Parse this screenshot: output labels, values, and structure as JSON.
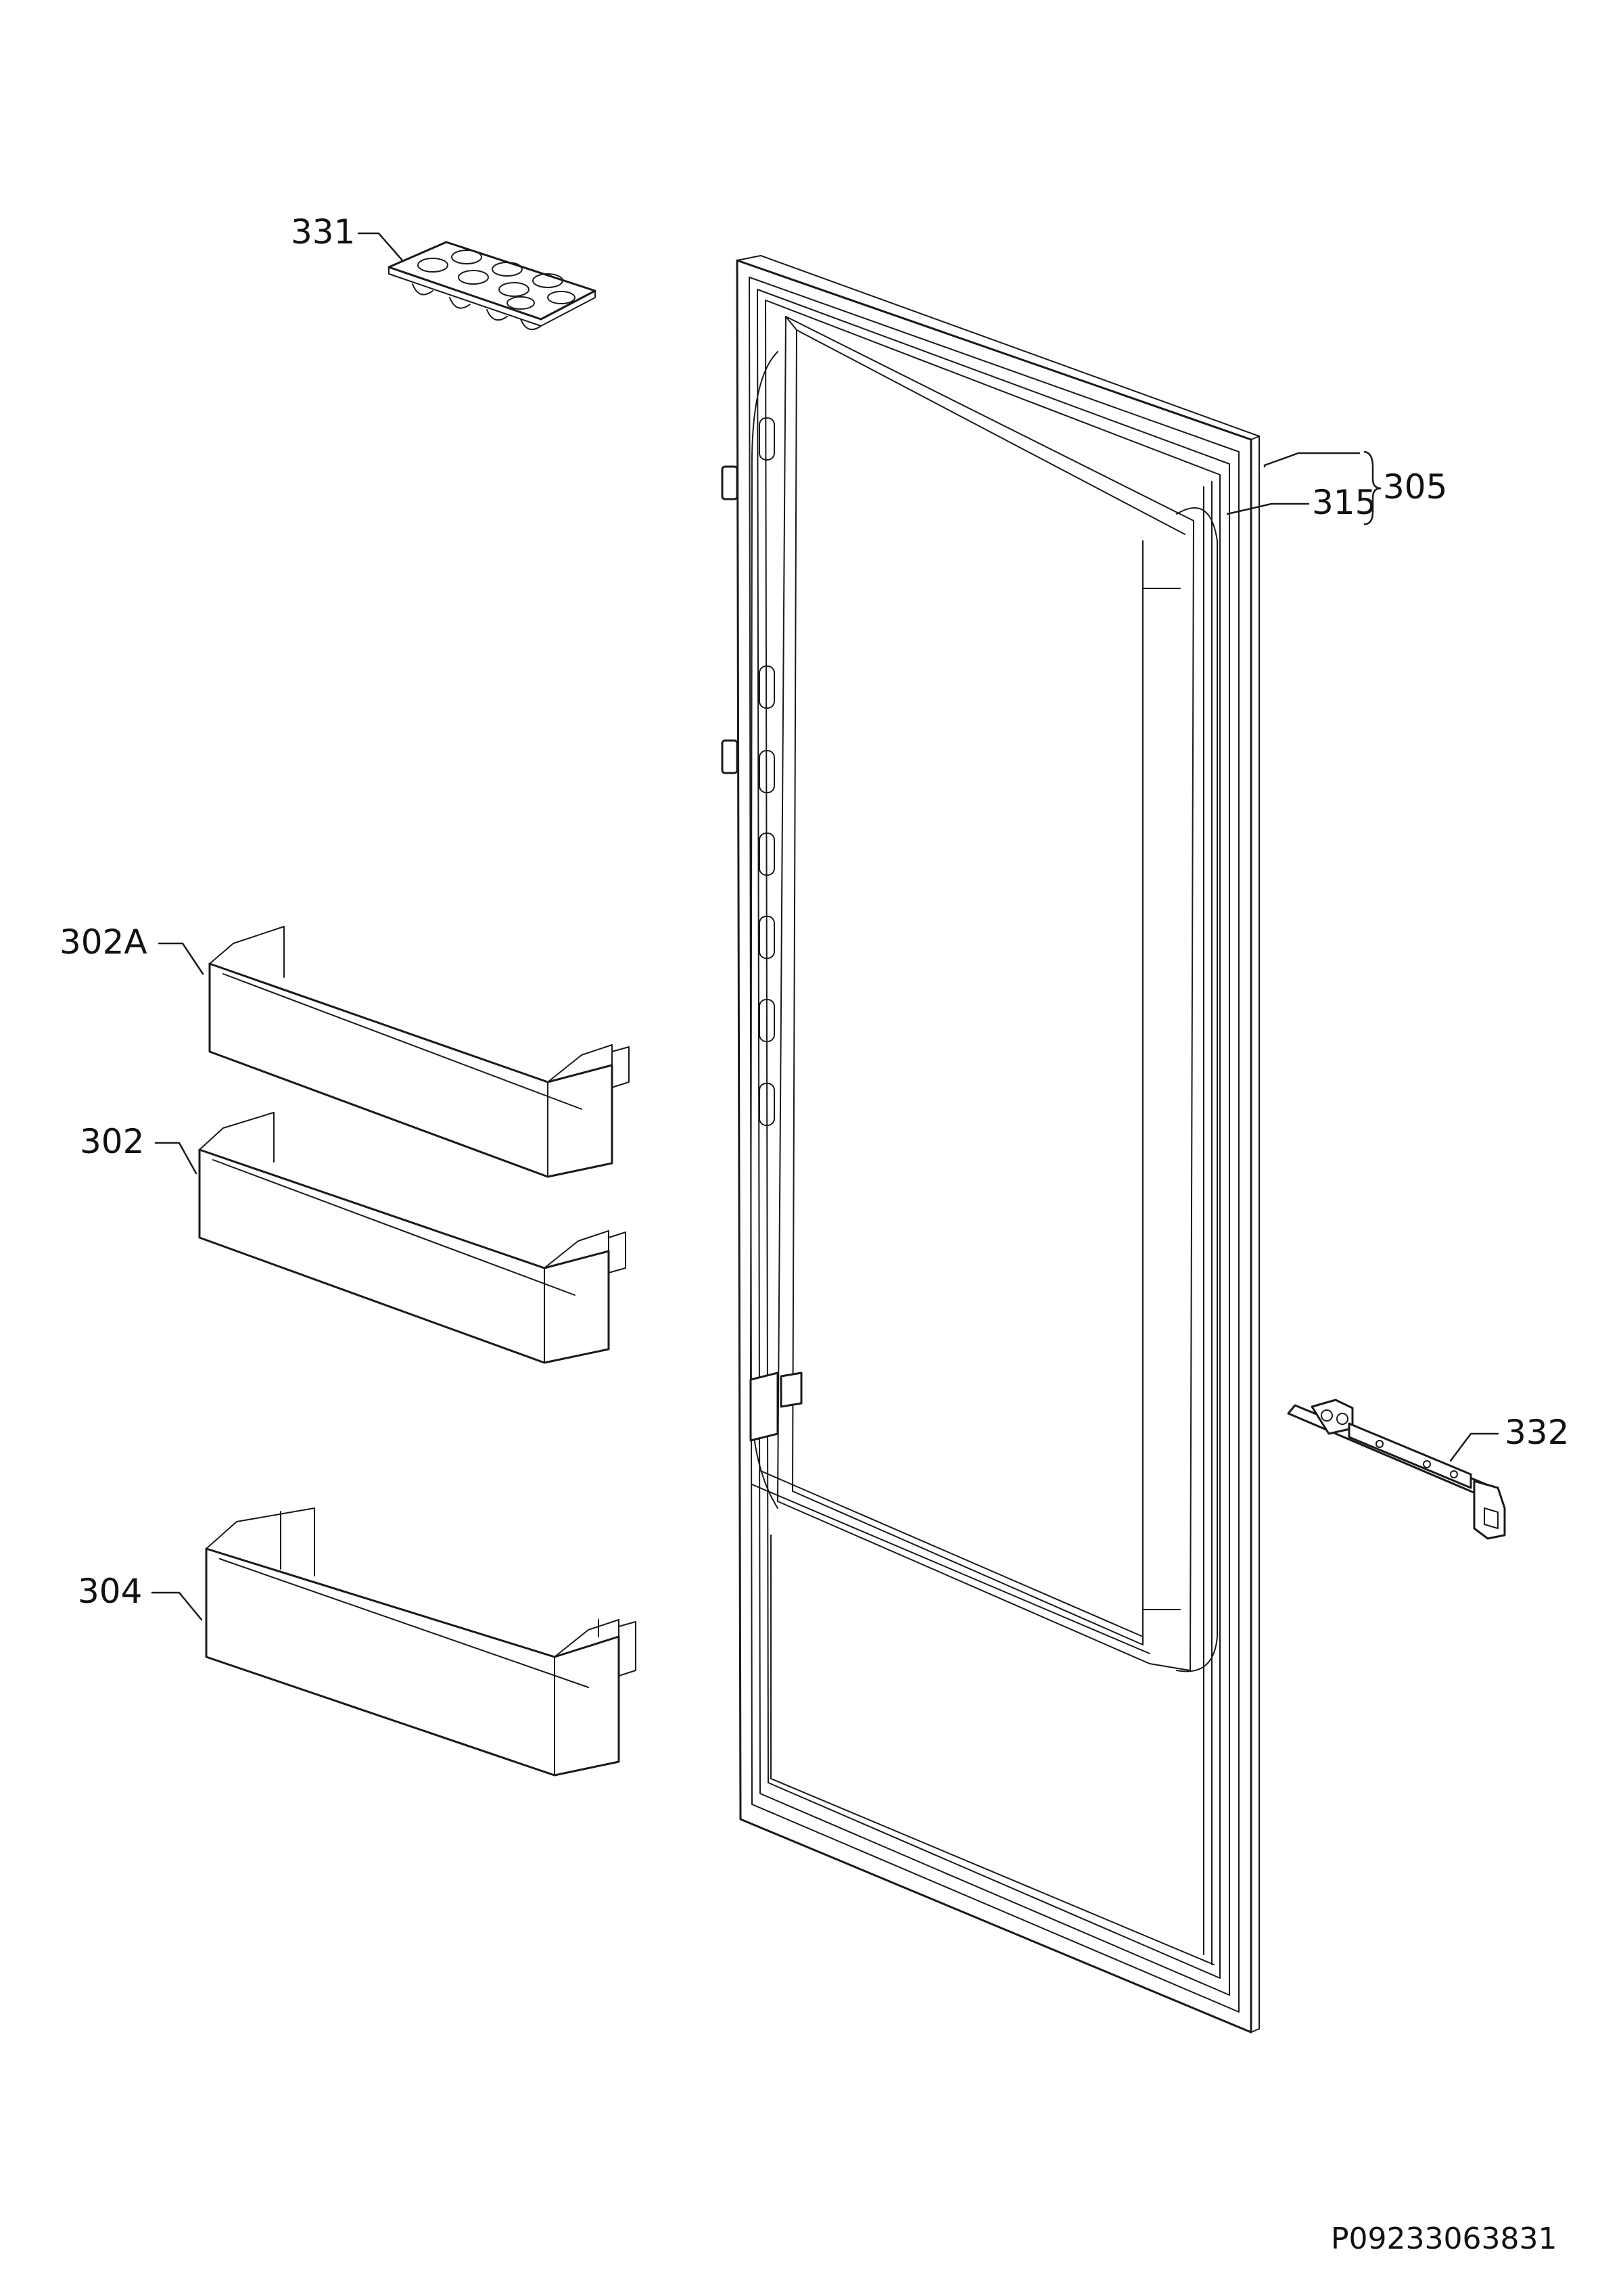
{
  "diagram": {
    "type": "exploded-parts-view",
    "callouts": {
      "egg_tray": "331",
      "door_assembly": "305",
      "door_gasket": "315",
      "upper_door_shelf": "302A",
      "middle_door_shelf": "302",
      "bottom_door_shelf": "304",
      "hinge_bracket": "332"
    },
    "document_number": "P09233063831"
  },
  "colors": {
    "line": "#1a1a1a",
    "background": "#ffffff"
  }
}
